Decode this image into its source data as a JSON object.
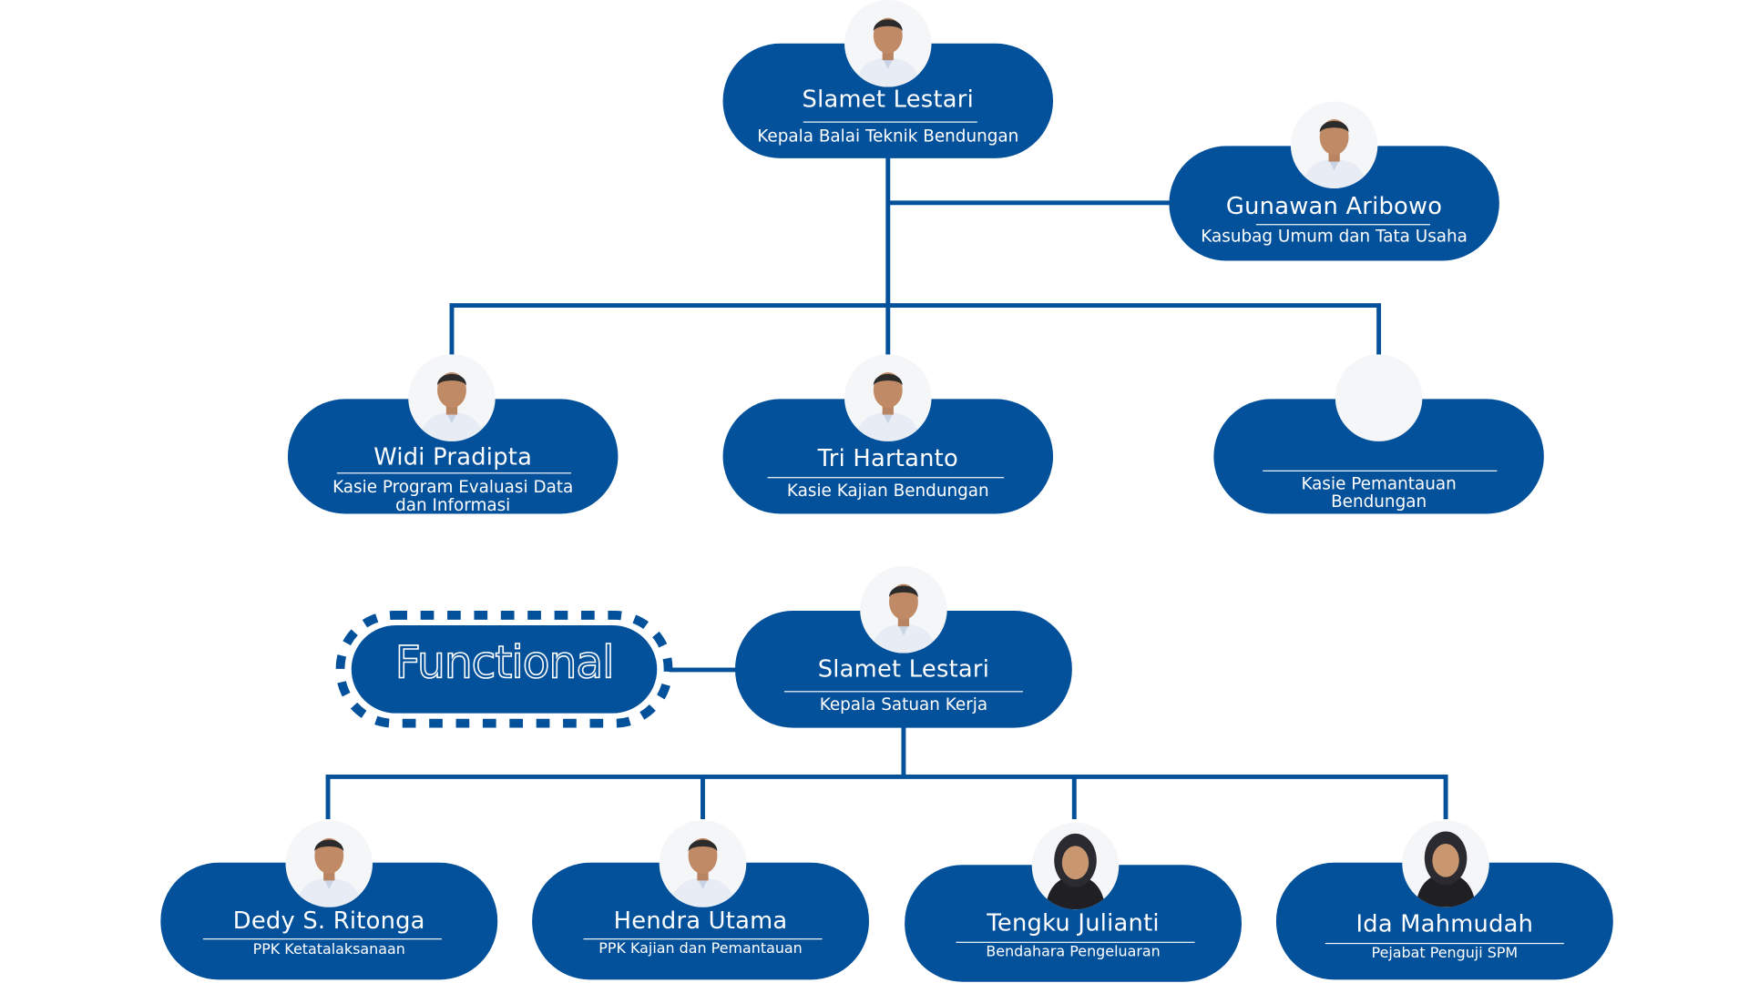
{
  "colors": {
    "primary": "#03509b",
    "card_text": "#ffffff",
    "background": "#ffffff",
    "photo_placeholder": "#f5f6f8"
  },
  "structural": {
    "head": {
      "name": "Slamet Lestari",
      "role": "Kepala Balai Teknik Bendungan",
      "photo": "person-photo"
    },
    "admin": {
      "name": "Gunawan Aribowo",
      "role": "Kasubag Umum dan Tata Usaha",
      "photo": "person-photo"
    },
    "sections": [
      {
        "name": "Widi Pradipta",
        "role": "Kasie Program Evaluasi Data dan Informasi",
        "photo": "person-photo"
      },
      {
        "name": "Tri Hartanto",
        "role": "Kasie Kajian Bendungan",
        "photo": "person-photo"
      },
      {
        "name": "",
        "role": "Kasie Pemantauan Bendungan",
        "photo": "empty-photo-placeholder"
      }
    ]
  },
  "functional": {
    "badge_label": "Functional",
    "head": {
      "name": "Slamet Lestari",
      "role": "Kepala Satuan Kerja",
      "photo": "person-photo"
    },
    "staff": [
      {
        "name": "Dedy S. Ritonga",
        "role": "PPK Ketatalaksanaan",
        "photo": "person-photo"
      },
      {
        "name": "Hendra Utama",
        "role": "PPK Kajian dan Pemantauan",
        "photo": "person-photo"
      },
      {
        "name": "Tengku Julianti",
        "role": "Bendahara Pengeluaran",
        "photo": "person-photo-hijab"
      },
      {
        "name": "Ida Mahmudah",
        "role": "Pejabat Penguji SPM",
        "photo": "person-photo-hijab"
      }
    ]
  }
}
